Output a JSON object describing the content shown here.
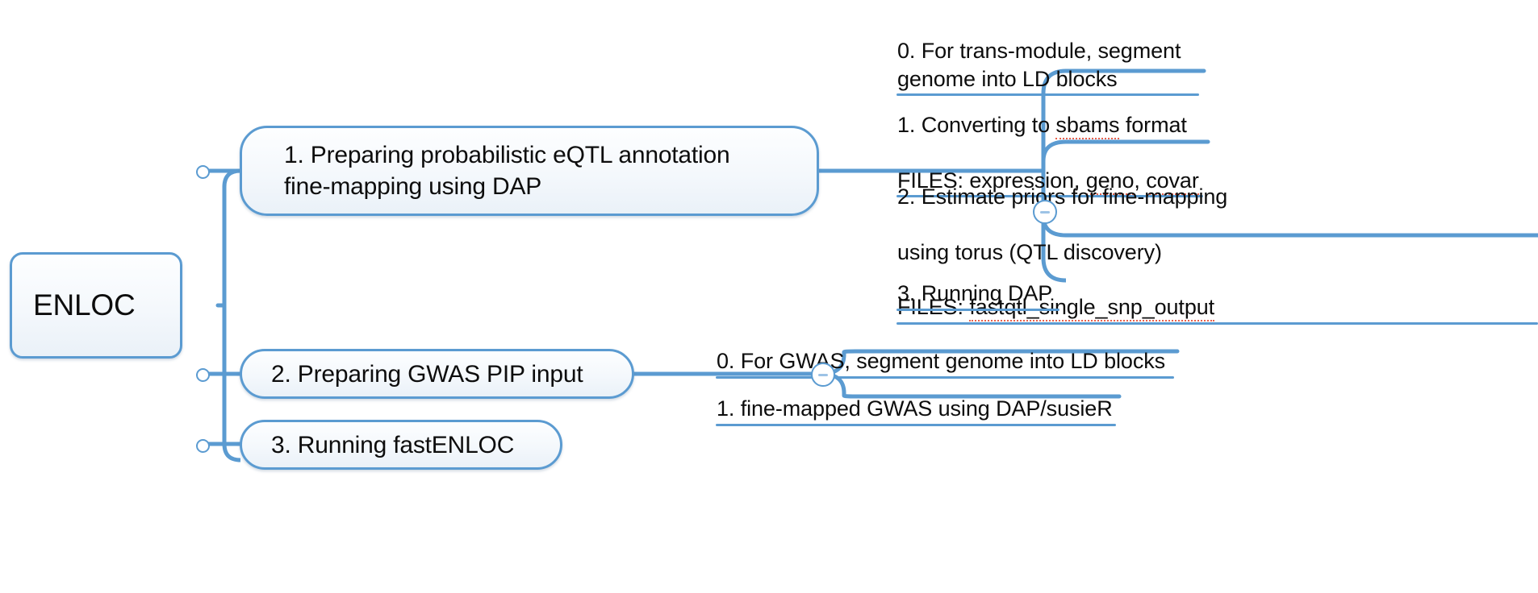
{
  "mindmap": {
    "root": {
      "label": "ENLOC"
    },
    "branches": [
      {
        "label": "1. Preparing probabilistic eQTL annotation\nfine-mapping using DAP",
        "toggle_state": "expanded",
        "toggle_glyph": "minus",
        "children": [
          {
            "label": "0. For trans-module, segment\ngenome into LD blocks"
          },
          {
            "label_line1_a": "1. Converting to ",
            "label_line1_sp": "sbams",
            "label_line1_b": " format",
            "label_line2_a": "FILES: expression, ",
            "label_line2_sp1": "geno",
            "label_line2_b": ", ",
            "label_line2_sp2": "covar"
          },
          {
            "label_line1": "2. Estimate priors for fine-mapping",
            "label_line2": "using torus (QTL discovery)",
            "label_line3_a": "FILES: ",
            "label_line3_sp": "fastqtl_single_snp_output"
          },
          {
            "label": "3. Running DAP"
          }
        ]
      },
      {
        "label": "2. Preparing GWAS PIP input",
        "toggle_state": "expanded",
        "toggle_glyph": "minus",
        "children": [
          {
            "label": "0. For GWAS, segment genome into LD blocks"
          },
          {
            "label": "1. fine-mapped GWAS using DAP/susieR"
          }
        ]
      },
      {
        "label": "3. Running fastENLOC",
        "toggle_state": "leaf",
        "children": []
      }
    ],
    "colors": {
      "branch_line": "#5b9bd1",
      "node_border": "#5b9bd1",
      "node_fill": "#f2f7fc",
      "text": "#0d0d0d",
      "spellcheck_underline": "#e8604c",
      "toggle_bar": "#9dc3e6",
      "background": "#ffffff"
    }
  }
}
